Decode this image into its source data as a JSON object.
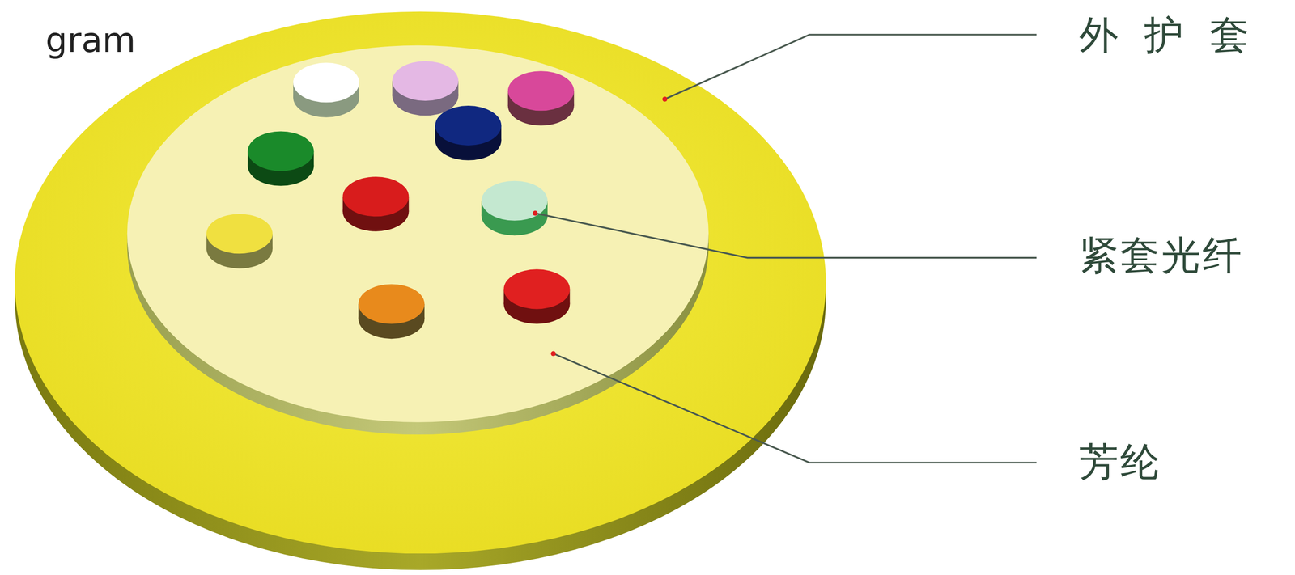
{
  "diagram": {
    "labels": [
      "gram",
      "外 护 套",
      "紧套光纤",
      "芳纶"
    ]
  }
}
